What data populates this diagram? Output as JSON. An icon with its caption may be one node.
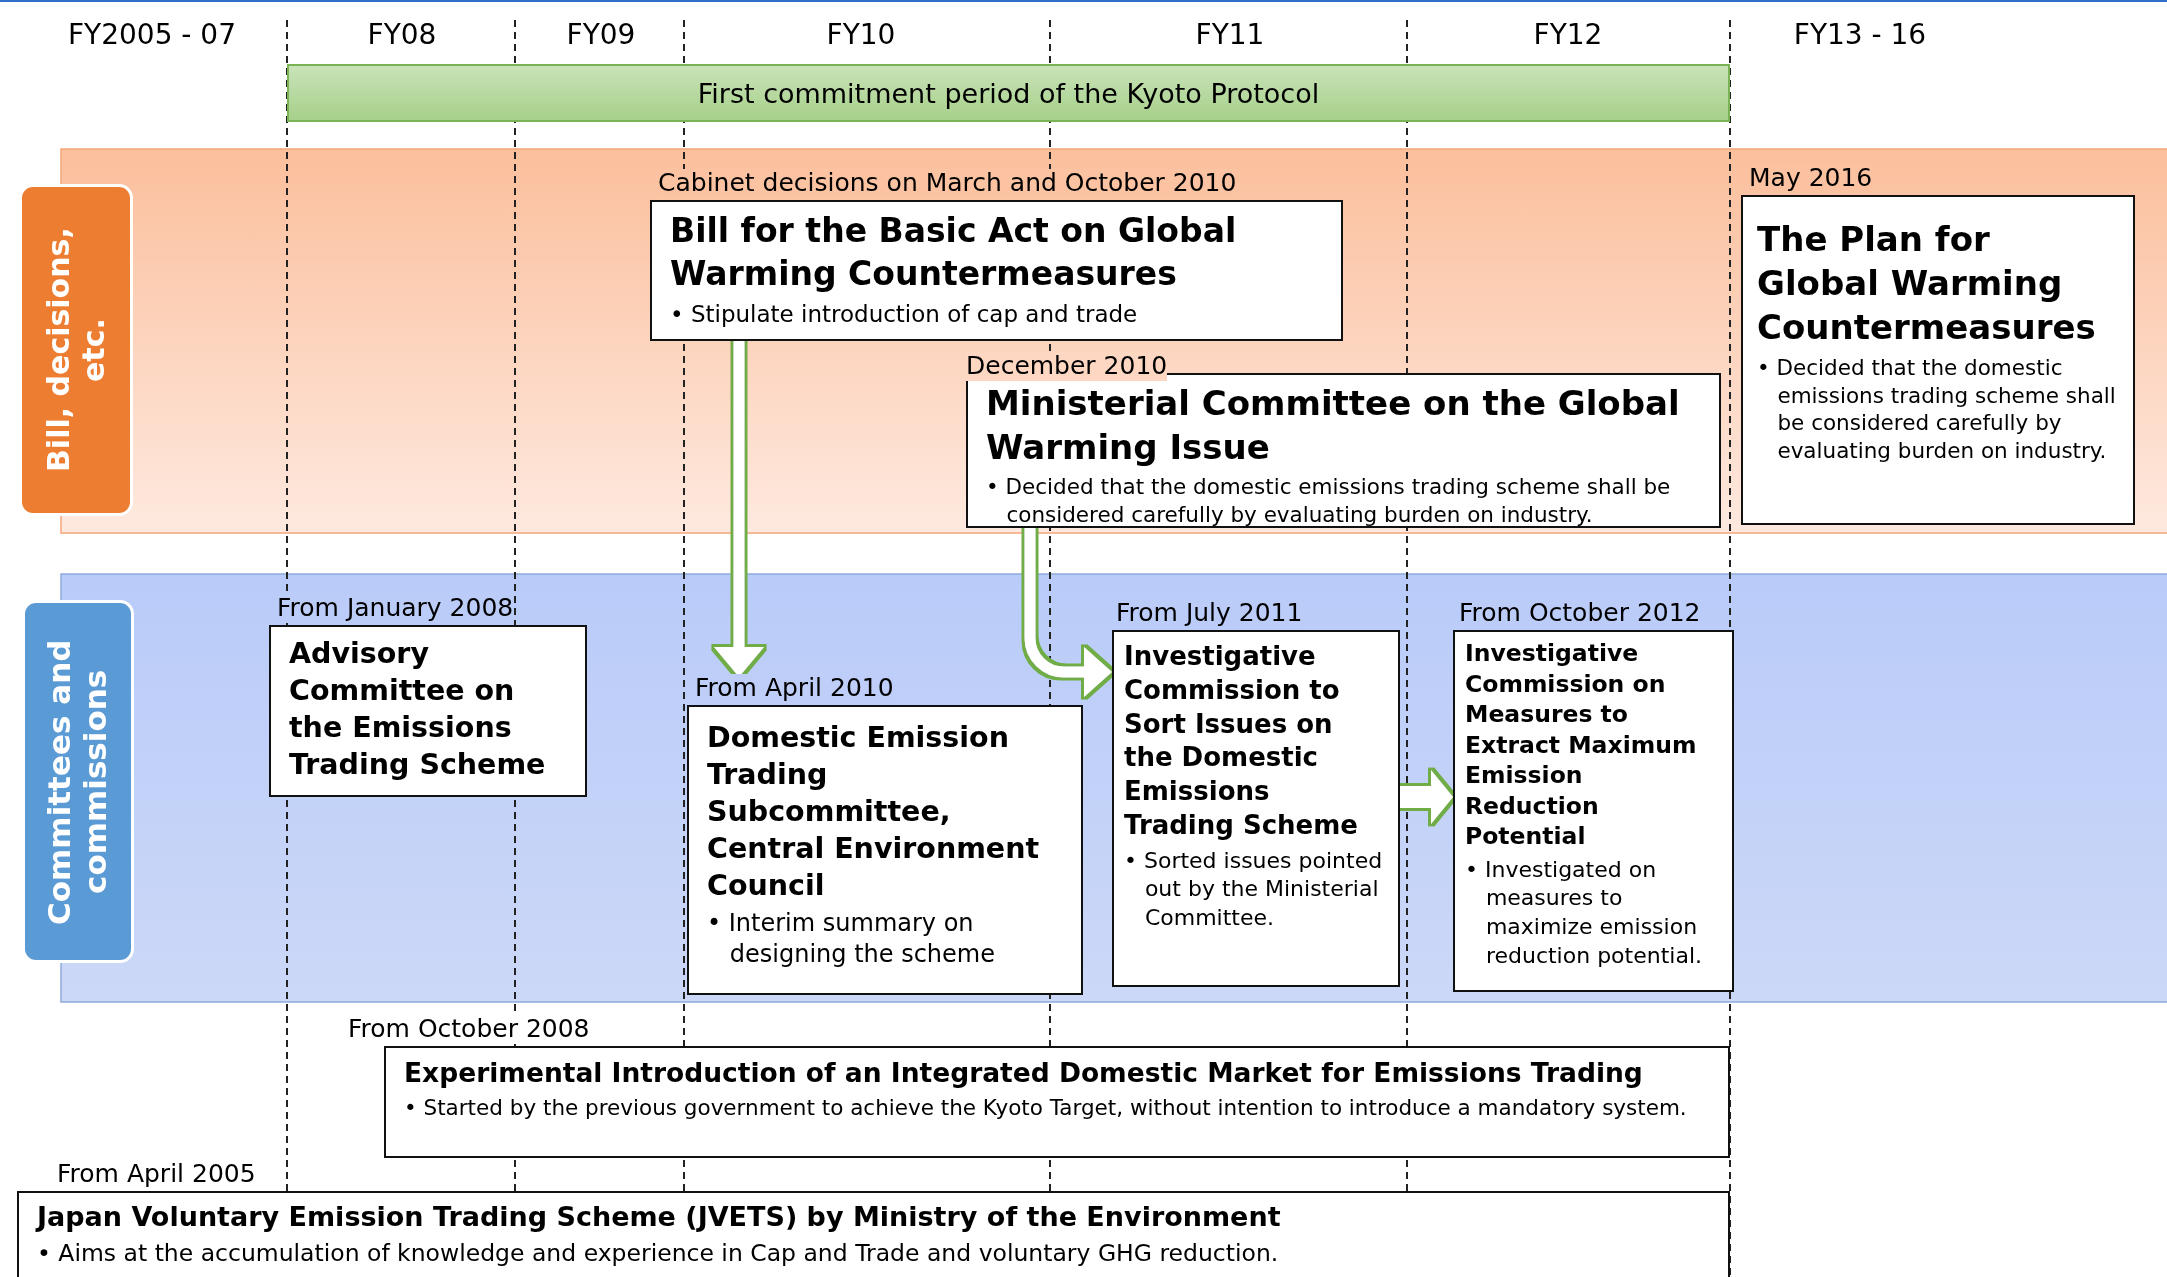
{
  "diagram": {
    "nodes": [
      {
        "text": [
          "First commitment period of the Kyoto Protocol"
        ]
      },
      {
        "text": [
          "Bill, decisions, etc."
        ]
      },
      {
        "text": [
          "Bill for the Basic Act on Global Warming Countermeasures",
          "• Stipulate introduction of cap and trade"
        ],
        "beside": [
          "Cabinet decisions on March and October 2010"
        ]
      },
      {
        "text": [
          "The Plan for Global Warming Countermeasures",
          "• Decided that the domestic emissions trading scheme shall be considered carefully by evaluating burden on industry."
        ],
        "beside": [
          "May 2016"
        ]
      },
      {
        "text": [
          "Ministerial Committee on the Global Warming Issue",
          "• Decided that the domestic emissions trading scheme shall be considered carefully by evaluating burden on industry."
        ],
        "beside": [
          "December 2010"
        ]
      },
      {
        "text": [
          "Committees and commissions"
        ]
      },
      {
        "text": [
          "Advisory Committee on the Emissions Trading Scheme"
        ],
        "beside": [
          "From January 2008"
        ]
      },
      {
        "text": [
          "Domestic Emission Trading Subcommittee, Central Environment Council",
          "• Interim summary on designing the scheme"
        ],
        "beside": [
          "From April 2010"
        ]
      },
      {
        "text": [
          "Investigative Commission to Sort Issues on the Domestic Emissions Trading Scheme",
          "• Sorted issues pointed out by the Ministerial Committee."
        ],
        "beside": [
          "From July 2011"
        ]
      },
      {
        "text": [
          "Investigative Commission on Measures to Extract Maximum Emission Reduction Potential",
          "• Investigated on measures to maximize emission reduction potential."
        ],
        "beside": [
          "From October 2012"
        ]
      },
      {
        "text": [
          "Experimental Introduction of an Integrated Domestic Market for Emissions Trading",
          "• Started by the previous government to achieve the Kyoto Target, without intention to introduce a mandatory system."
        ],
        "beside": [
          "From October 2008"
        ]
      },
      {
        "text": [
          "Japan Voluntary Emission Trading Scheme (JVETS) by Ministry of the Environment",
          "• Aims at the accumulation of knowledge and experience in Cap and Trade and voluntary GHG reduction."
        ],
        "beside": [
          "From April 2005"
        ]
      }
    ],
    "edges": [
      {
        "from": 2,
        "to": 7,
        "arrow": "to"
      },
      {
        "from": 4,
        "to": 8,
        "arrow": "to"
      },
      {
        "from": 8,
        "to": 9,
        "arrow": "to",
        "style": "thick"
      }
    ],
    "labels": [
      "FY2005 - 07",
      "FY08",
      "FY09",
      "FY10",
      "FY11",
      "FY12",
      "FY13 - 16"
    ]
  }
}
